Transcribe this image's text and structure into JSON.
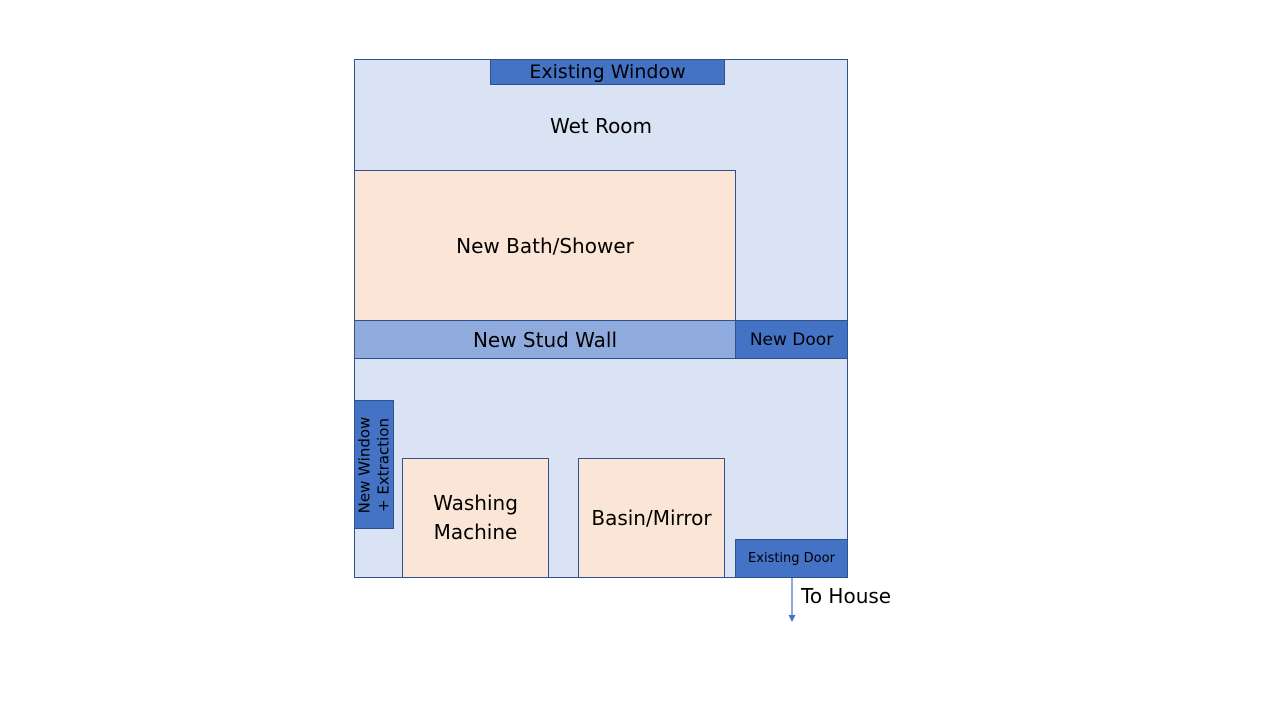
{
  "diagram": {
    "title": "Wet Room floor plan",
    "room": {
      "label": "Wet Room"
    },
    "elements": {
      "existing_window": "Existing Window",
      "bath_shower": "New Bath/Shower",
      "stud_wall": "New Stud Wall",
      "new_door": "New Door",
      "new_window_line1": "New Window",
      "new_window_line2": "+ Extraction",
      "washing_line1": "Washing",
      "washing_line2": "Machine",
      "basin": "Basin/Mirror",
      "existing_door": "Existing Door",
      "to_house": "To House"
    },
    "colors": {
      "room_fill": "#dae3f3",
      "opening_fill": "#4472c4",
      "wall_fill": "#8faadc",
      "fixture_fill": "#fbe5d6",
      "outline": "#2f528f"
    }
  }
}
